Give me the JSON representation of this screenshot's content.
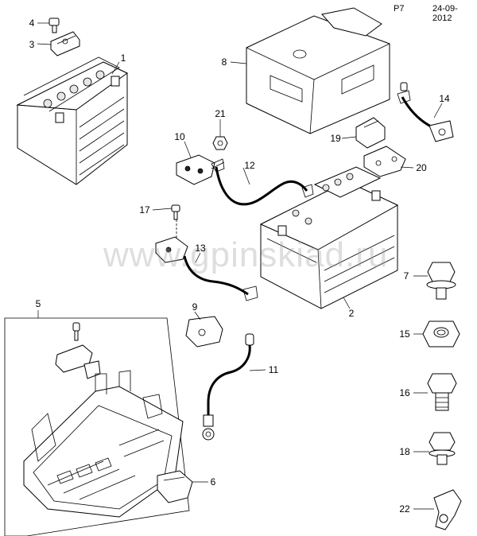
{
  "header": {
    "page_code": "P7",
    "date": "24-09-2012"
  },
  "watermark": "www.gpinskiad.ru",
  "callouts": [
    "1",
    "2",
    "3",
    "4",
    "5",
    "6",
    "7",
    "8",
    "9",
    "10",
    "11",
    "12",
    "13",
    "14",
    "15",
    "16",
    "17",
    "18",
    "19",
    "20",
    "21",
    "22"
  ]
}
